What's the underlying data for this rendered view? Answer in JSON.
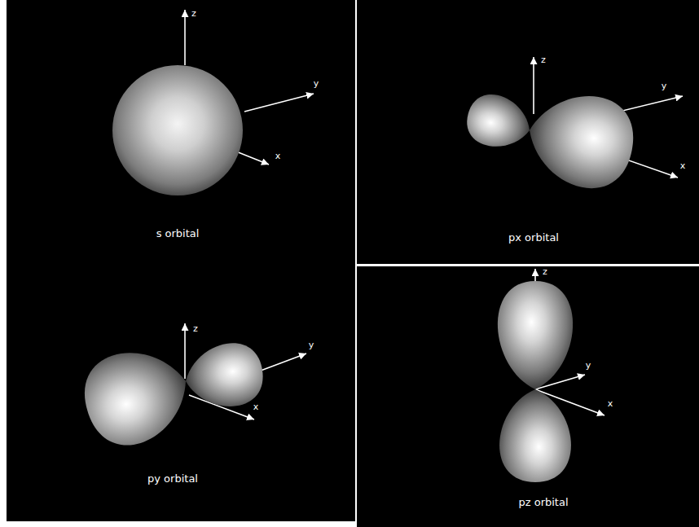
{
  "diagram": {
    "labels": [
      "z",
      "y",
      "x",
      "s orbital",
      "z",
      "y",
      "x",
      "px orbital",
      "z",
      "y",
      "x",
      "py orbital",
      "z",
      "y",
      "x",
      "pz orbital"
    ]
  }
}
